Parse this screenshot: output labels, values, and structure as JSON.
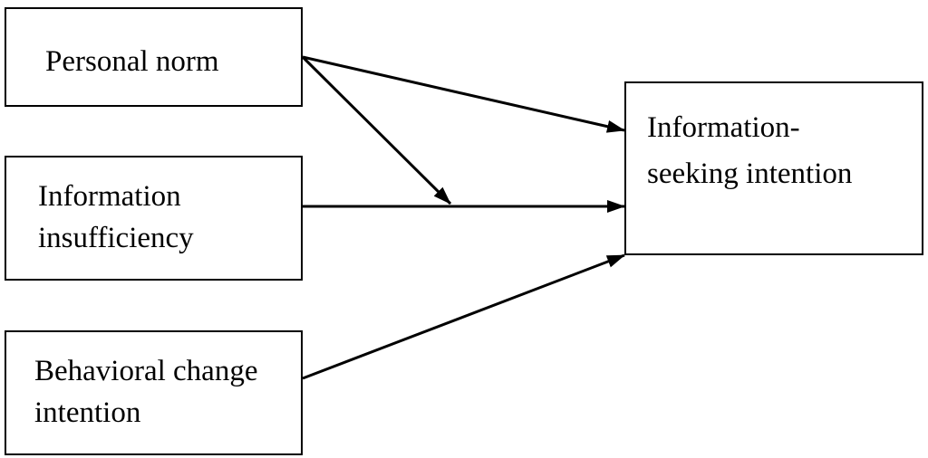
{
  "diagram": {
    "nodes": {
      "personal_norm": {
        "line1": "Personal norm"
      },
      "info_insufficiency": {
        "line1": "Information",
        "line2": "insufficiency"
      },
      "behavioral_change": {
        "line1": "Behavioral change",
        "line2": "intention"
      },
      "info_seeking": {
        "line1": "Information-",
        "line2": "seeking intention"
      }
    },
    "edges": [
      {
        "from": "personal_norm",
        "to": "info_seeking"
      },
      {
        "from": "info_insufficiency",
        "to": "info_seeking"
      },
      {
        "from": "personal_norm",
        "to": "edge:info_insufficiency->info_seeking",
        "type": "moderation"
      },
      {
        "from": "behavioral_change",
        "to": "info_seeking"
      }
    ],
    "colors": {
      "stroke": "#000000",
      "background": "#ffffff"
    }
  }
}
